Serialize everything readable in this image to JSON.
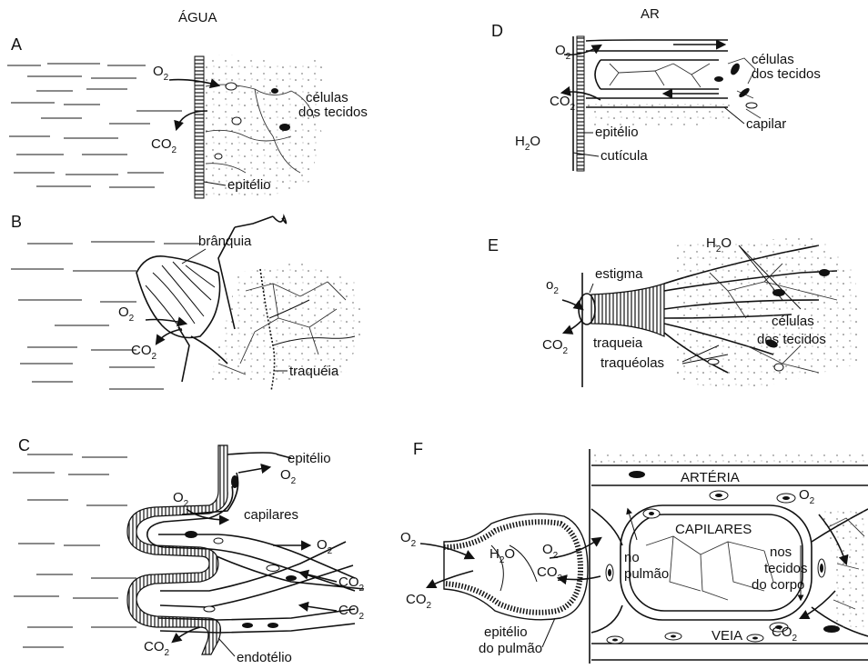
{
  "headers": {
    "agua": "ÁGUA",
    "ar": "AR"
  },
  "panels": {
    "A": {
      "letter": "A",
      "o2": "O",
      "o2_sub": "2",
      "co2": "CO",
      "co2_sub": "2",
      "cells": [
        "células",
        "dos tecidos"
      ],
      "epithelium": "epitélio"
    },
    "B": {
      "letter": "B",
      "gill": "brânquia",
      "o2": "O",
      "o2_sub": "2",
      "co2": "CO",
      "co2_sub": "2",
      "trachea": "traquéia"
    },
    "C": {
      "letter": "C",
      "epithelium": "epitélio",
      "capillaries": "capilares",
      "endothelium": "endotélio",
      "o2": "O",
      "o2_sub": "2",
      "co2": "CO",
      "co2_sub": "2"
    },
    "D": {
      "letter": "D",
      "o2": "O",
      "o2_sub": "2",
      "co2": "CO",
      "co2_sub": "2",
      "h2o_h": "H",
      "h2o_sub": "2",
      "h2o_o": "O",
      "epithelium": "epitélio",
      "cuticle": "cutícula",
      "cells": [
        "células",
        "dos tecidos"
      ],
      "capillary": "capilar"
    },
    "E": {
      "letter": "E",
      "o2": "o",
      "o2_sub": "2",
      "co2": "CO",
      "co2_sub": "2",
      "h2o_h": "H",
      "h2o_sub": "2",
      "h2o_o": "O",
      "stigma": "estigma",
      "trachea": "traqueia",
      "tracheoles": "traquéolas",
      "cells": [
        "células",
        "dos tecidos"
      ]
    },
    "F": {
      "letter": "F",
      "o2": "O",
      "o2_sub": "2",
      "co2": "CO",
      "co2_sub": "2",
      "h2o_h": "H",
      "h2o_sub": "2",
      "h2o_o": "O",
      "artery": "ARTÉRIA",
      "capillaries": "CAPILARES",
      "vein": "VEIA",
      "in_lung": [
        "no",
        "pulmão"
      ],
      "in_tissues": [
        "nos",
        "tecidos",
        "do corpo"
      ],
      "lung_epithelium": [
        "epitélio",
        "do pulmão"
      ]
    }
  }
}
